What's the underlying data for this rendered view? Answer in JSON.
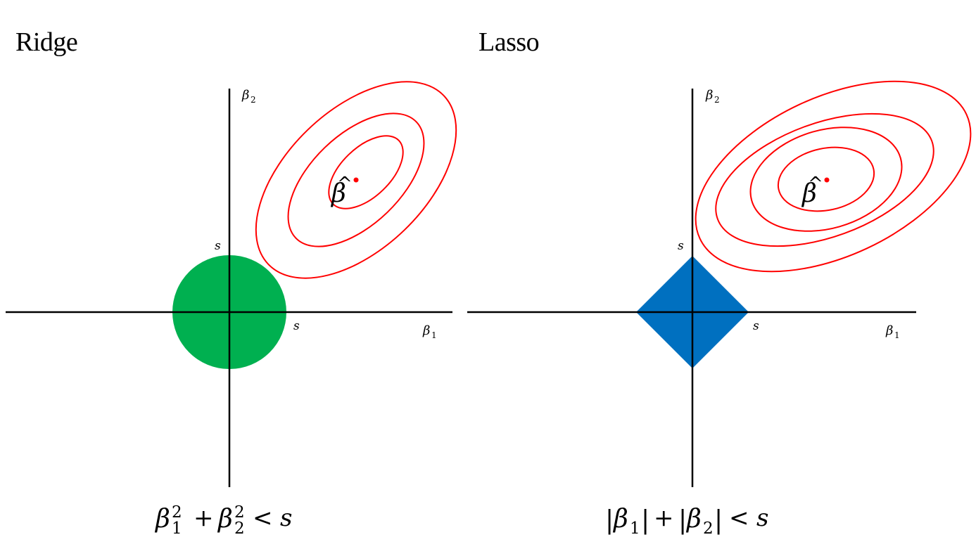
{
  "titles": {
    "ridge": "Ridge",
    "lasso": "Lasso"
  },
  "axis_labels": {
    "beta": "β",
    "sub_1": "1",
    "sub_2": "2",
    "s": "s"
  },
  "estimate_label": {
    "beta": "β",
    "hat": "^"
  },
  "constraints": {
    "ridge": {
      "beta": "β",
      "sub_1": "1",
      "sub_2": "2",
      "sup": "2",
      "plus": "+",
      "lt": "<",
      "s": "s"
    },
    "lasso": {
      "bar": "|",
      "beta": "β",
      "sub_1": "1",
      "sub_2": "2",
      "plus": "+",
      "lt": "<",
      "s": "s"
    }
  },
  "colors": {
    "axis": "#000000",
    "contour": "#ff0000",
    "estimate_point": "#ff0000",
    "ridge_region": "#00b050",
    "lasso_region": "#0070c0"
  },
  "shapes": {
    "ridge_region": "circle",
    "lasso_region": "diamond",
    "contours": "ellipses"
  }
}
